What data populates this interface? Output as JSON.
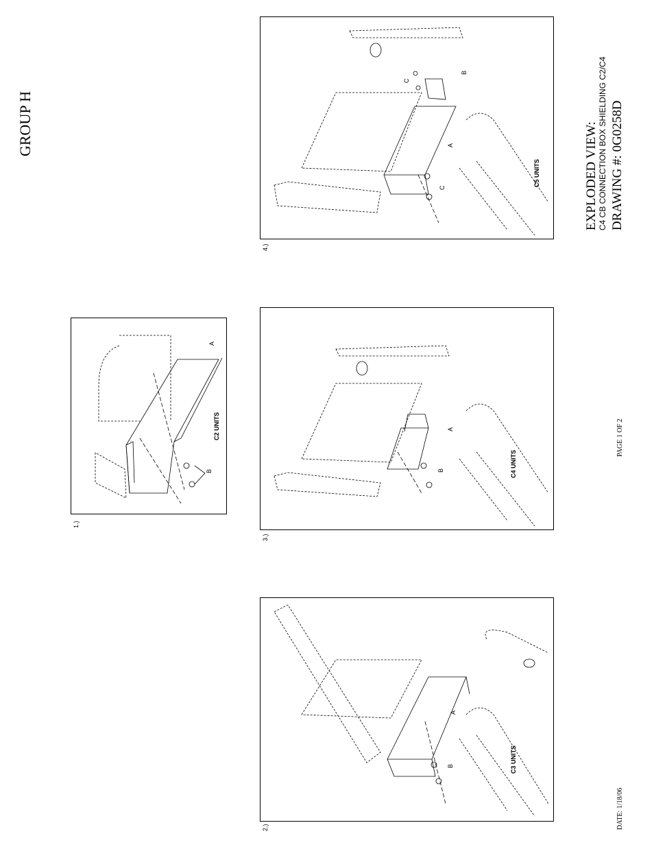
{
  "group_title": "GROUP H",
  "exploded": {
    "title": "EXPLODED VIEW:",
    "subtitle": "C4 CB CONNECTION BOX SHIELDING C2/C4",
    "drawing": "DRAWING #: 0G0258D"
  },
  "page": "PAGE 1 OF 2",
  "date": "DATE: 1/18/06",
  "panels": [
    {
      "number": "1.)",
      "units": "C2 UNITS",
      "parts": [
        "A",
        "B"
      ]
    },
    {
      "number": "2.)",
      "units": "C3 UNITS",
      "parts": [
        "A",
        "B"
      ]
    },
    {
      "number": "3.)",
      "units": "C4 UNITS",
      "parts": [
        "A",
        "B"
      ]
    },
    {
      "number": "4.)",
      "units": "C5 UNITS",
      "parts": [
        "A",
        "B",
        "C",
        "C"
      ]
    }
  ]
}
